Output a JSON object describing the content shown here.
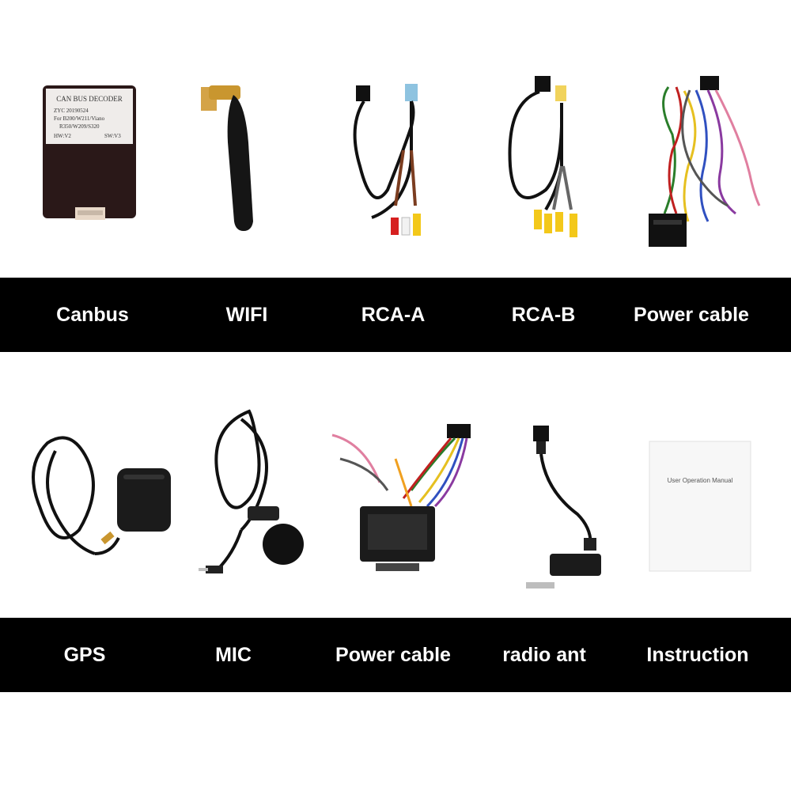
{
  "top_row": {
    "labels": [
      "Canbus",
      "WIFI",
      "RCA-A",
      "RCA-B",
      "Power cable"
    ],
    "canbus_box": {
      "line1": "CAN BUS DECODER",
      "line2": "ZYC 20190524",
      "line3": "For B200/W211/Viano",
      "line4": "R350/W209/S320",
      "line5a": "HW:V2",
      "line5b": "SW:V3"
    }
  },
  "bottom_row": {
    "labels": [
      "GPS",
      "MIC",
      "Power cable",
      "radio ant",
      "Instruction"
    ],
    "manual": {
      "title": "User Operation Manual"
    }
  },
  "colors": {
    "band": "#000000",
    "label_text": "#ffffff",
    "background": "#ffffff"
  }
}
